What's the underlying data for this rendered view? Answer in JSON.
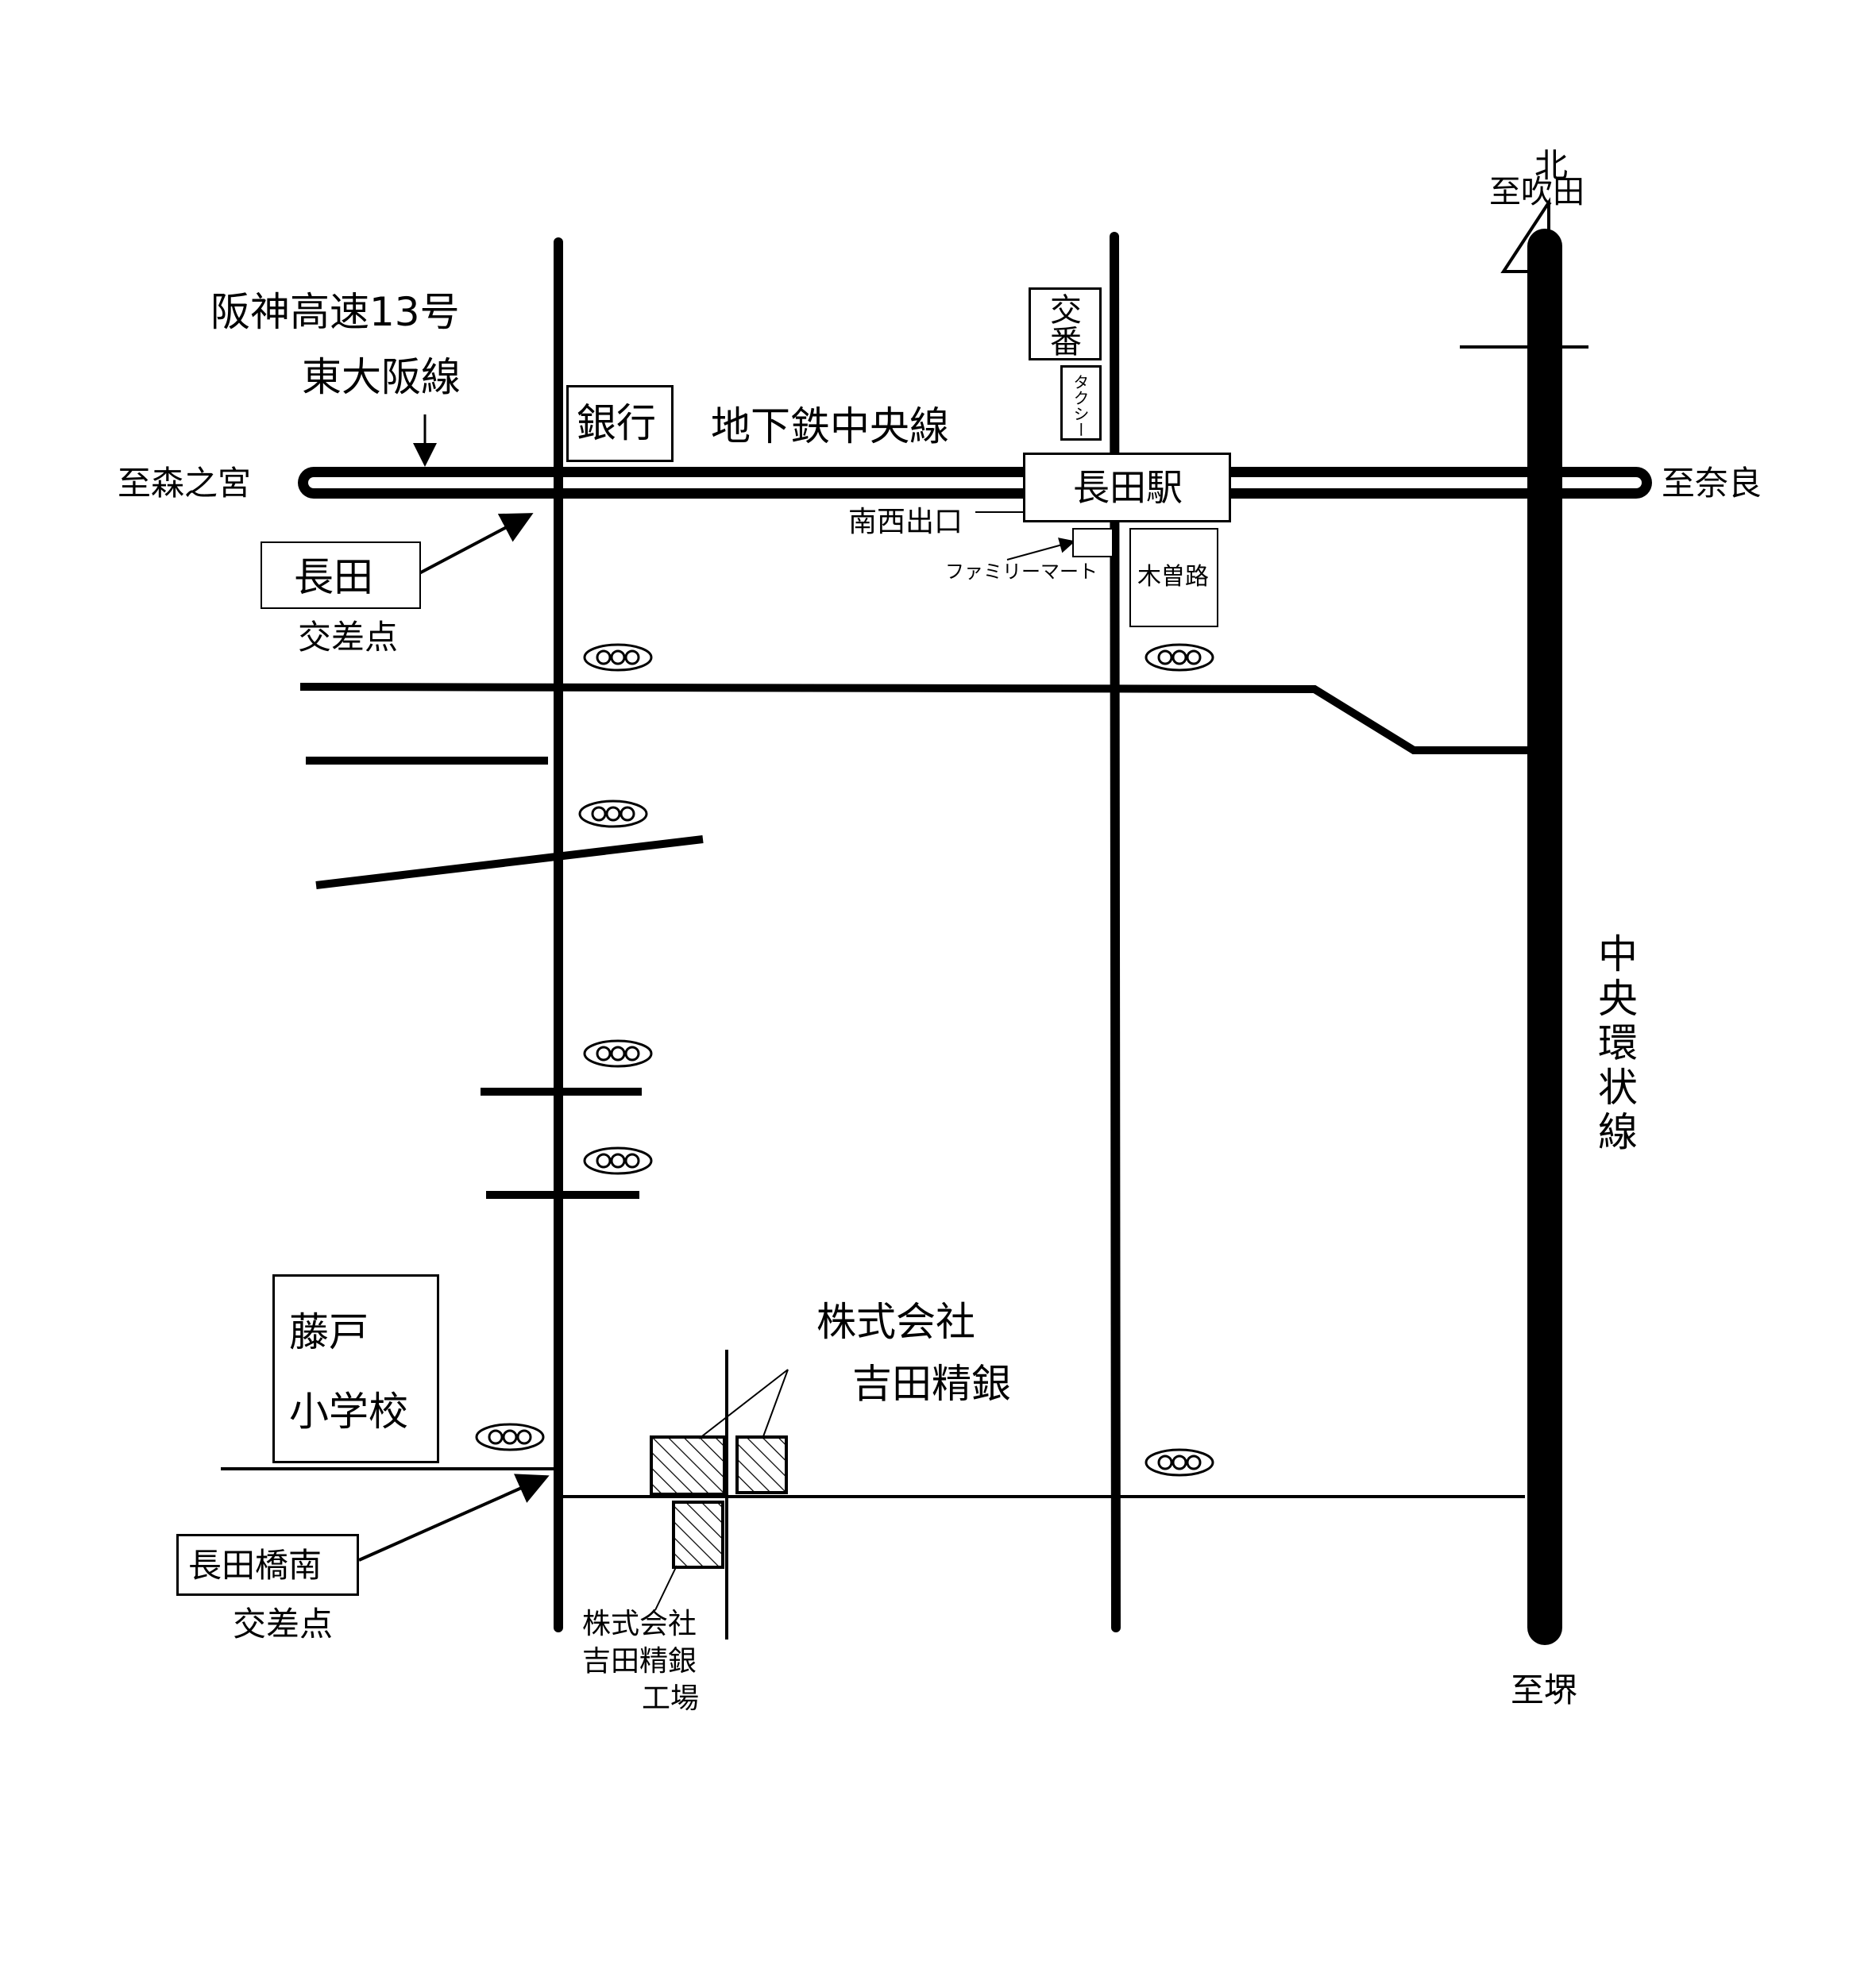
{
  "labels": {
    "to_suita": "至吹田",
    "north": "北",
    "expressway_line1": "阪神高速13号",
    "expressway_line2": "東大阪線",
    "bank": "銀行",
    "subway": "地下鉄中央線",
    "koban": "交番",
    "taxi": "タクシー",
    "to_morinomiya": "至森之宮",
    "station": "長田駅",
    "to_nara": "至奈良",
    "southwest_exit": "南西出口",
    "familymart": "ファミリーマート",
    "kisoji": "木曽路",
    "nagata": "長田",
    "intersection_1": "交差点",
    "chuo_kanjo": "中央環状線",
    "company_line1": "株式会社",
    "company_line2": "吉田精銀",
    "school_line1": "藤戸",
    "school_line2": "小学校",
    "nagatabashi_minami": "長田橋南",
    "intersection_2": "交差点",
    "factory_line1": "株式会社",
    "factory_line2": "吉田精銀",
    "factory_line3": "工場",
    "to_sakai": "至堺"
  },
  "icons": {
    "traffic_signal": "traffic-signal-icon",
    "north_arrow": "north-arrow-icon"
  },
  "colors": {
    "ink": "#000000",
    "paper": "#ffffff"
  }
}
